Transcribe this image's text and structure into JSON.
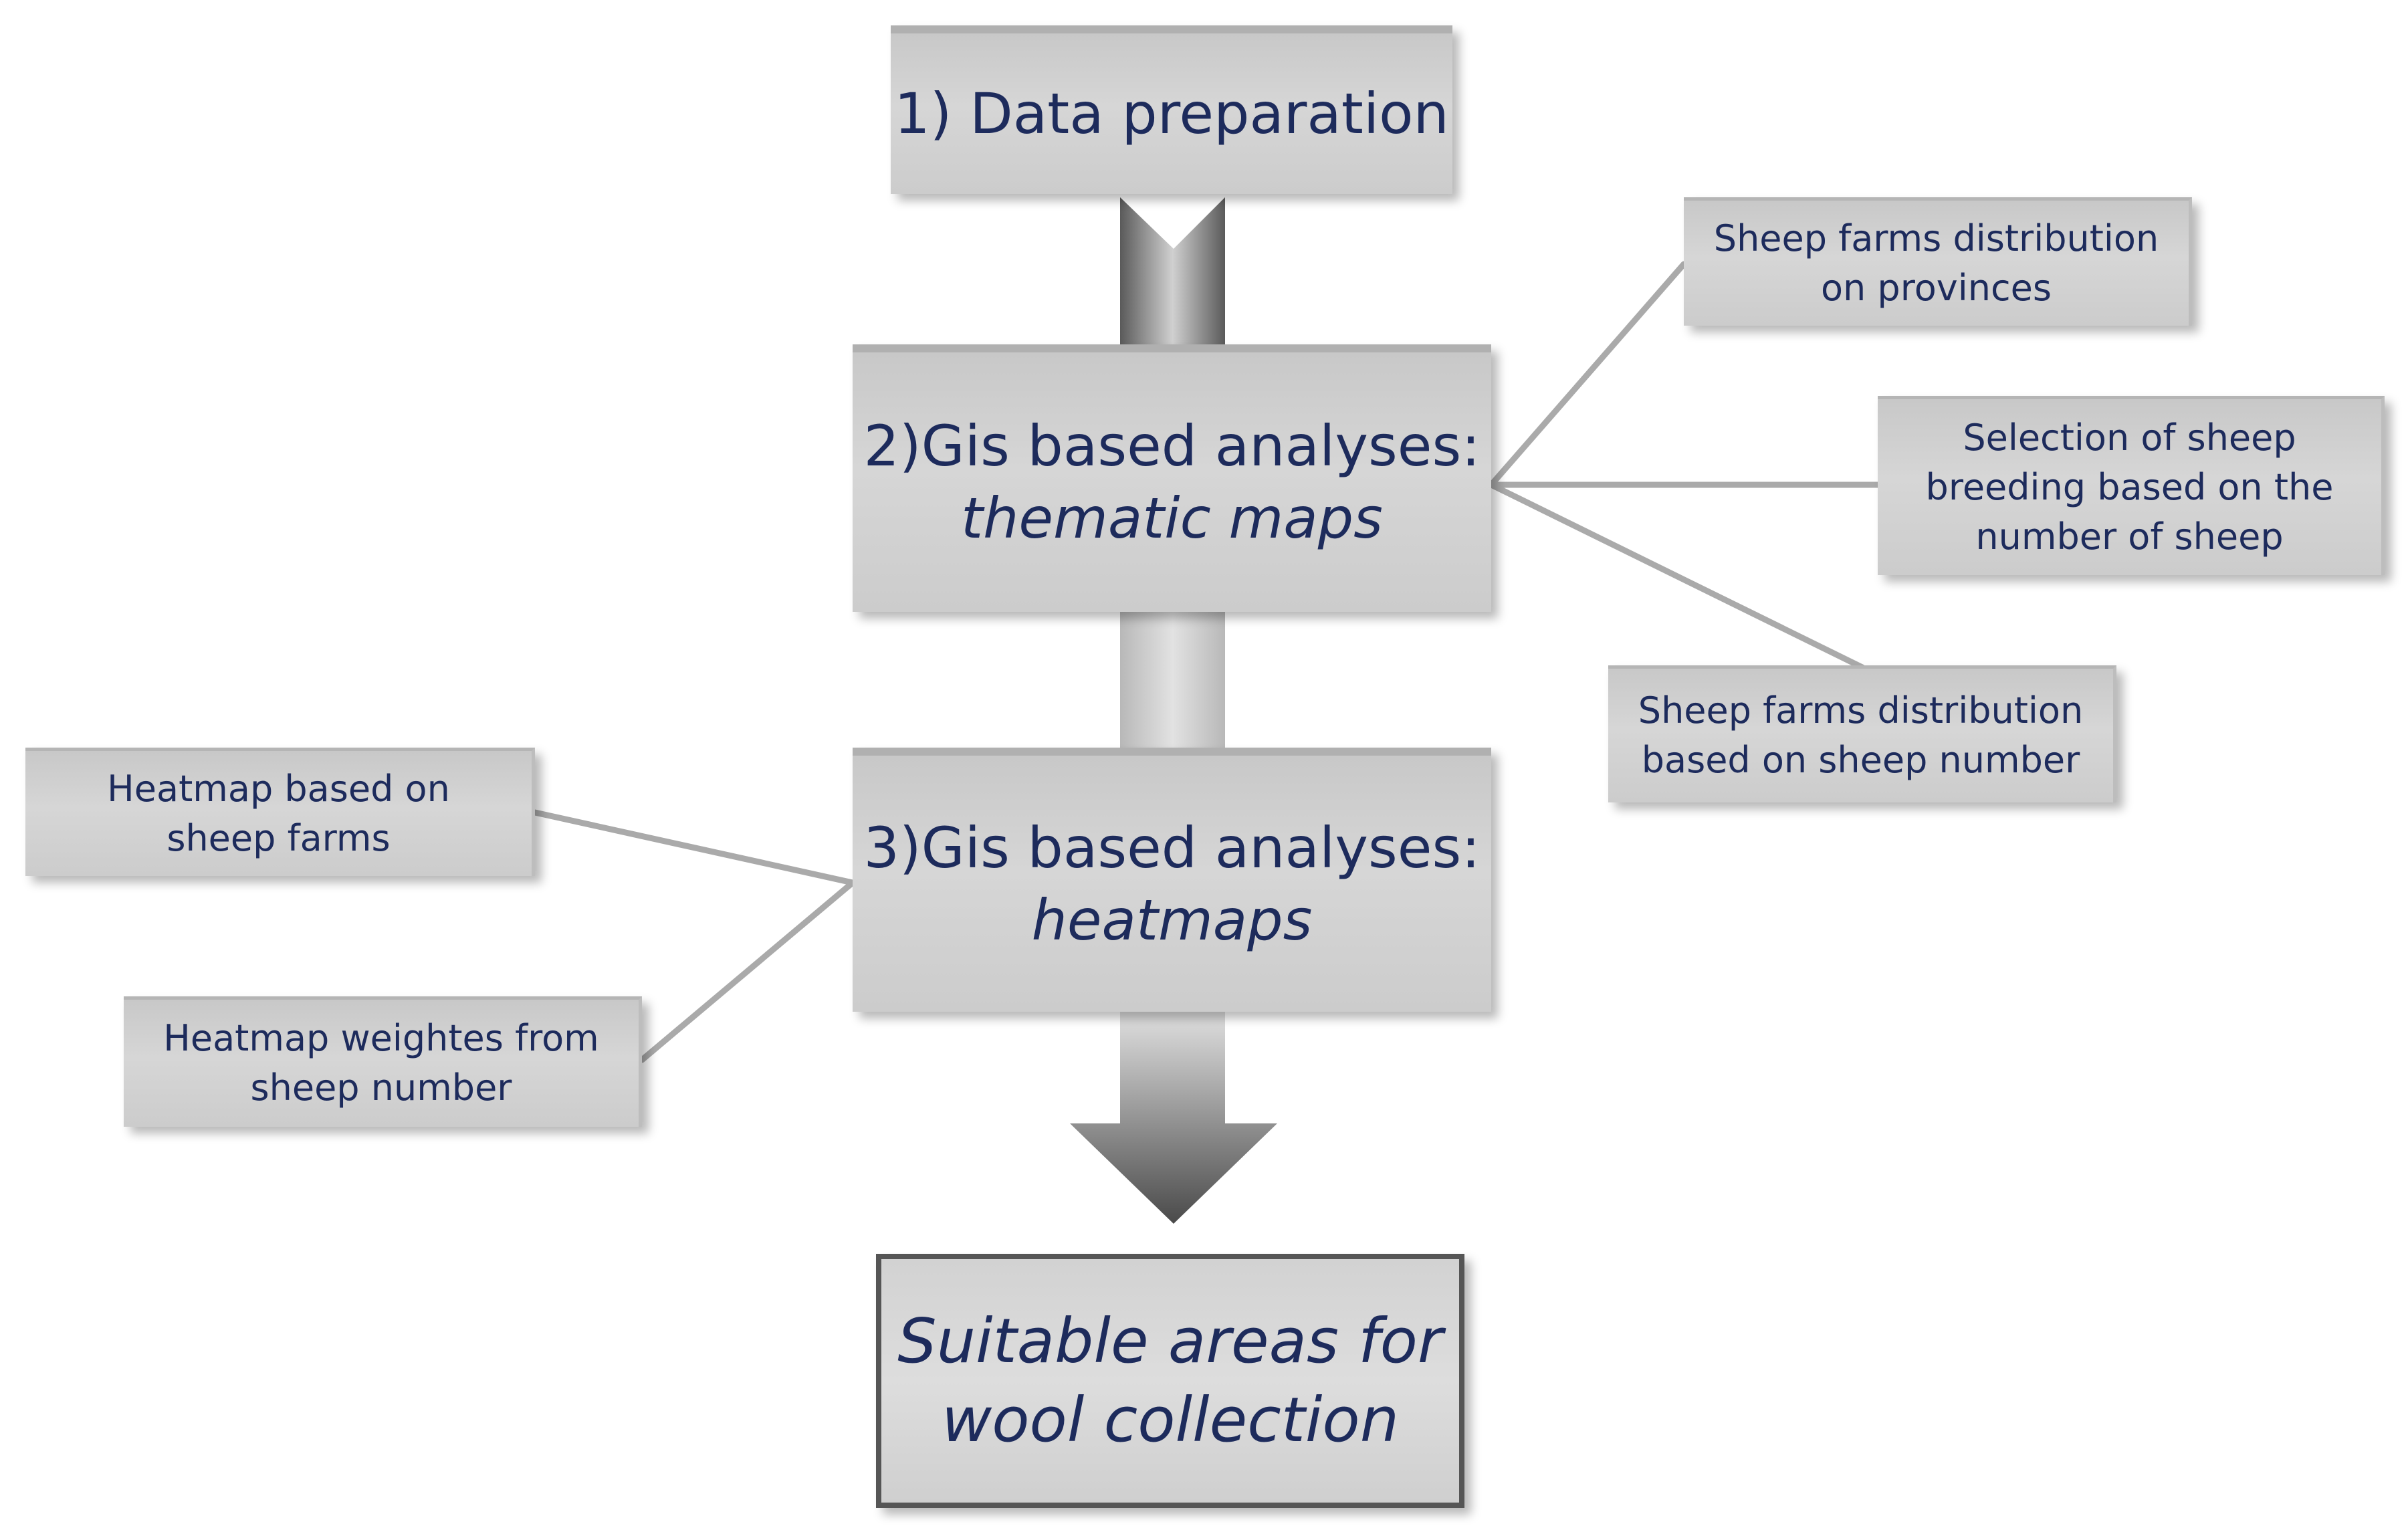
{
  "steps": {
    "step1": {
      "label": "1) Data preparation"
    },
    "step2": {
      "line1": "2)Gis based analyses:",
      "line2": "thematic maps"
    },
    "step3": {
      "line1": "3)Gis based analyses:",
      "line2": "heatmaps"
    },
    "result": {
      "line1": "Suitable areas for",
      "line2": "wool collection"
    }
  },
  "thematic_outputs": [
    {
      "line1": "Sheep farms distribution",
      "line2": "on provinces"
    },
    {
      "line1": "Selection of sheep",
      "line2": "breeding based on the",
      "line3": "number of sheep"
    },
    {
      "line1": "Sheep farms distribution",
      "line2": "based on sheep number"
    }
  ],
  "heatmap_outputs": [
    {
      "line1": "Heatmap based on",
      "line2": "sheep farms"
    },
    {
      "line1": "Heatmap weightes from",
      "line2": "sheep number"
    }
  ],
  "colors": {
    "text": "#1d2b5c",
    "box_fill": "#d3d3d3",
    "connector": "#aaaaaa",
    "result_border": "#555555"
  }
}
